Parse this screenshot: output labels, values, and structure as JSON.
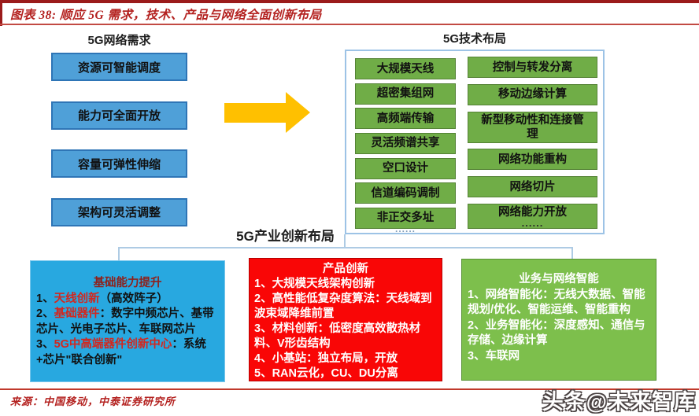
{
  "header": {
    "title": "图表 38: 顺应 5G 需求，技术、产品与网络全面创新布局"
  },
  "needs": {
    "heading": "5G网络需求",
    "boxes": [
      "资源可智能调度",
      "能力可全面开放",
      "容量可弹性伸缩",
      "架构可灵活调整"
    ]
  },
  "arrow": {
    "direction": "right",
    "color": "#FFC000"
  },
  "tech": {
    "heading": "5G技术布局",
    "left_column": [
      "大规模天线",
      "超密集组网",
      "高频端传输",
      "灵活频谱共享",
      "空口设计",
      "信道编码调制",
      "非正交多址"
    ],
    "left_footer_dots": "......",
    "right_column": [
      {
        "label": "控制与转发分离"
      },
      {
        "label": "移动边缘计算"
      },
      {
        "label": "新型移动性和连接管理"
      },
      {
        "label": "网络功能重构"
      },
      {
        "label": "网络切片"
      },
      {
        "label": "网络能力开放",
        "sub": "......"
      }
    ]
  },
  "industry": {
    "heading": "5G产业创新布局",
    "boxes": [
      {
        "name": "capability",
        "title": "基础能力提升",
        "items": [
          [
            {
              "t": "1、"
            },
            {
              "t": "天线创新",
              "hl": true
            },
            {
              "t": "（高效阵子）"
            }
          ],
          [
            {
              "t": "2、"
            },
            {
              "t": "基础器件",
              "hl": true
            },
            {
              "t": "：数字中频芯片、基带芯片、光电子芯片、车联网芯片"
            }
          ],
          [
            {
              "t": "3、"
            },
            {
              "t": "5G中高端器件创新中心",
              "hl": true
            },
            {
              "t": "：系统+芯片\"联合创新\""
            }
          ]
        ]
      },
      {
        "name": "product",
        "title": "产品创新",
        "items": [
          [
            {
              "t": "1、大规模天线架构创新"
            }
          ],
          [
            {
              "t": "2、高性能低复杂度算法：天线域到波束域降维前置"
            }
          ],
          [
            {
              "t": "3、材料创新：低密度高效散热材料、V形齿结构"
            }
          ],
          [
            {
              "t": "4、小基站：独立布局，开放"
            }
          ],
          [
            {
              "t": "5、RAN云化，CU、DU分离"
            }
          ]
        ]
      },
      {
        "name": "intelligence",
        "title": "业务与网络智能",
        "items": [
          [
            {
              "t": "1、网络智能化：无线大数据、智能规划/优化、智能运维、智能重构"
            }
          ],
          [
            {
              "t": "2、业务智能化：深度感知、通信与存储、边缘计算"
            }
          ],
          [
            {
              "t": "3、车联网"
            }
          ]
        ]
      }
    ]
  },
  "footer": {
    "source": "来源：中国移动，中泰证券研究所",
    "watermark": "头条@未来智库"
  },
  "colors": {
    "need_box": "#4FA0D8",
    "need_box_border": "#2E75B6",
    "tech_box": "#70AD47",
    "tech_container_border": "#9DC3E6",
    "arrow": "#FFC000",
    "capability_box": "#28A8E0",
    "product_box": "#F90606",
    "intelligence_box": "#7DBF4C",
    "title_red": "#B42220",
    "highlight_red": "#D3271E"
  }
}
